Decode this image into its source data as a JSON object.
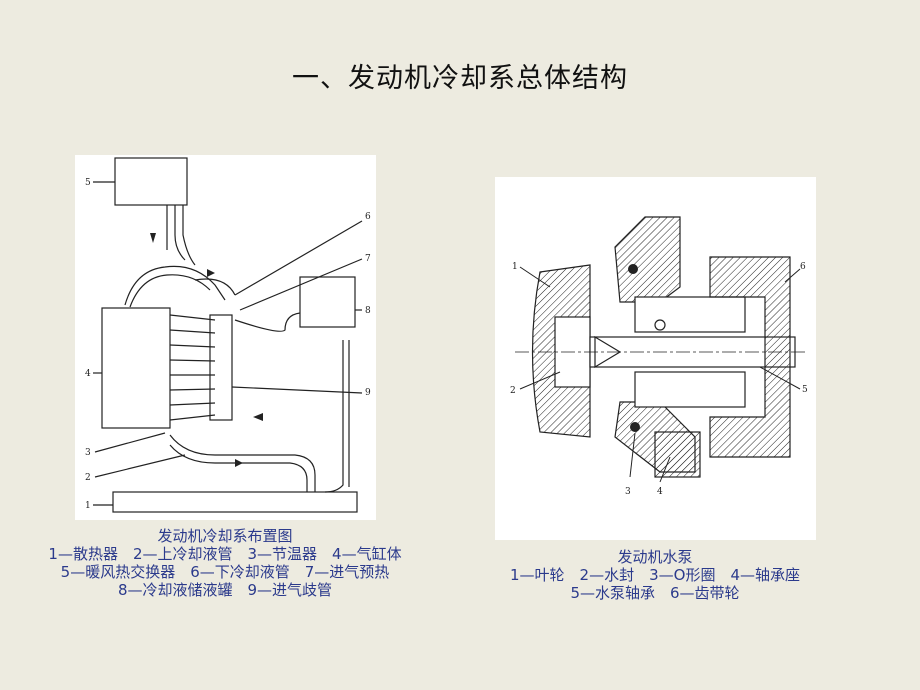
{
  "title": "一、发动机冷却系总体结构",
  "figure1": {
    "caption_title": "发动机冷却系布置图",
    "caption_lines": [
      "1—散热器　2—上冷却液管　3—节温器　4—气缸体",
      "5—暖风热交换器　6—下冷却液管　7—进气预热",
      "8—冷却液储液罐　9—进气歧管"
    ],
    "callouts": [
      "1",
      "2",
      "3",
      "4",
      "5",
      "6",
      "7",
      "8",
      "9"
    ]
  },
  "figure2": {
    "caption_title": "发动机水泵",
    "caption_lines": [
      "1—叶轮　2—水封　3—O形圈　4—轴承座",
      "5—水泵轴承　6—齿带轮"
    ],
    "callouts": [
      "1",
      "2",
      "3",
      "4",
      "5",
      "6"
    ]
  }
}
